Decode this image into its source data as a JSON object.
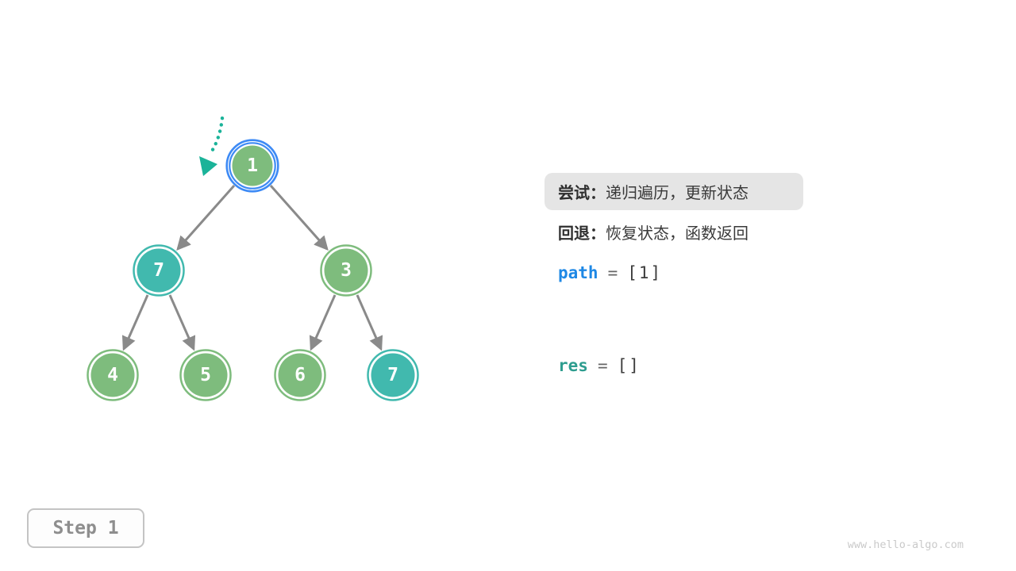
{
  "palette": {
    "node_green": "#7ebc7d",
    "node_teal": "#41b9ae",
    "highlight_blue": "#3d8af5",
    "edge_gray": "#8a8a8a",
    "arrow_teal": "#1bb399",
    "label_dark": "#3a3a3a",
    "path_blue": "#1e88e5",
    "res_teal": "#2e9d8f",
    "step_gray": "#8e8e8e",
    "watermark_gray": "#cacaca",
    "try_box_bg": "#e5e5e5"
  },
  "tree": {
    "nodes": [
      {
        "value": "1",
        "color": "green",
        "highlighted": true
      },
      {
        "value": "7",
        "color": "teal"
      },
      {
        "value": "3",
        "color": "green"
      },
      {
        "value": "4",
        "color": "green"
      },
      {
        "value": "5",
        "color": "green"
      },
      {
        "value": "6",
        "color": "green"
      },
      {
        "value": "7",
        "color": "teal"
      }
    ],
    "edges": [
      [
        0,
        1
      ],
      [
        0,
        2
      ],
      [
        1,
        3
      ],
      [
        1,
        4
      ],
      [
        2,
        5
      ],
      [
        2,
        6
      ]
    ]
  },
  "panel": {
    "try_label": "尝试：",
    "try_text": "递归遍历，更新状态",
    "back_label": "回退：",
    "back_text": "恢复状态，函数返回",
    "path_var": "path",
    "path_eq": "=",
    "path_value": "[1]",
    "res_var": "res",
    "res_eq": "=",
    "res_value": "[]"
  },
  "step_badge": "Step 1",
  "watermark": "www.hello-algo.com"
}
